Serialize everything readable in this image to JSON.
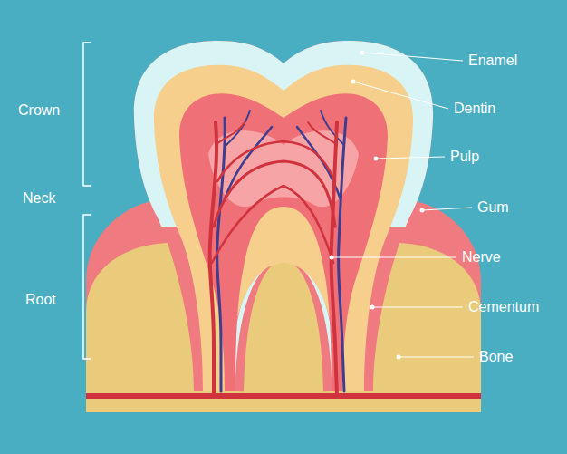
{
  "diagram": {
    "labels": [
      "Crown",
      "Neck",
      "Root",
      "Enamel",
      "Dentin",
      "Pulp",
      "Gum",
      "Nerve",
      "Cementum",
      "Bone"
    ]
  }
}
